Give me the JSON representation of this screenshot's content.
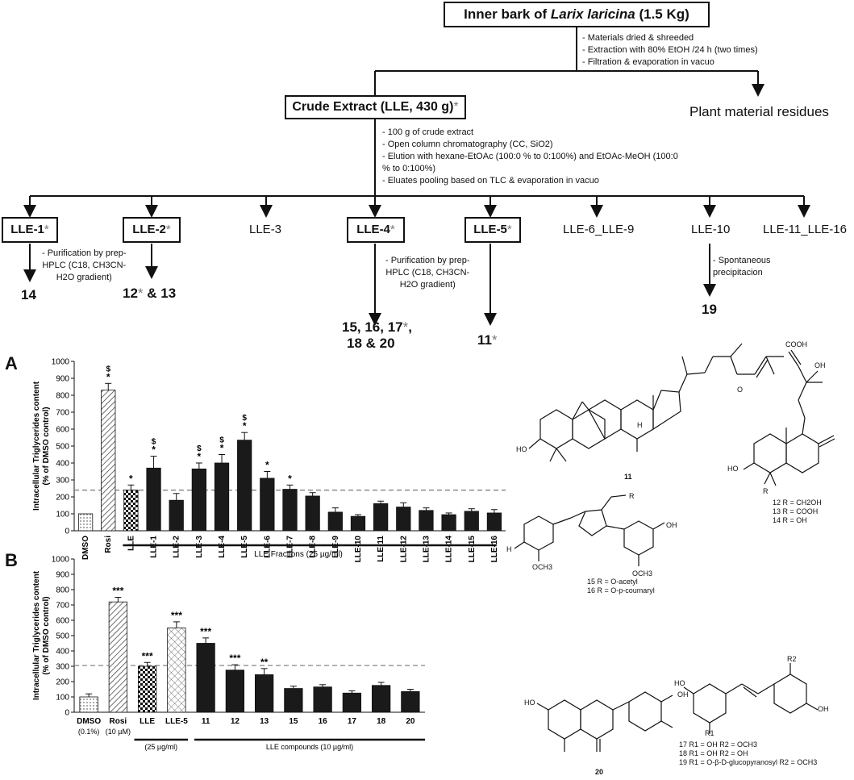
{
  "flowchart": {
    "top_box": {
      "text_pre": "Inner bark of ",
      "text_italic": "Larix laricina",
      "text_post": " (1.5 Kg)"
    },
    "top_notes": [
      "- Materials dried & shreeded",
      "- Extraction with 80% EtOH /24 h (two times)",
      "- Filtration & evaporation in vacuo"
    ],
    "crude_box": "Crude Extract (LLE, 430 g)",
    "residues": "Plant material residues",
    "crude_notes": [
      "- 100 g of crude extract",
      "- Open column chromatography (CC, SiO2)",
      "- Elution with hexane-EtOAc (100:0 % to 0:100%) and EtOAc-MeOH (100:0",
      "  % to 0:100%)",
      "- Eluates pooling based on TLC & evaporation in vacuo"
    ],
    "fractions": {
      "lle1": "LLE-1",
      "lle2": "LLE-2",
      "lle3": "LLE-3",
      "lle4": "LLE-4",
      "lle5": "LLE-5",
      "lle6_9": "LLE-6_LLE-9",
      "lle10": "LLE-10",
      "lle11_16": "LLE-11_LLE-16"
    },
    "hplc_note_1": [
      "- Purification by prep-",
      "HPLC (C18, CH3CN-",
      "H2O gradient)"
    ],
    "hplc_note_2": [
      "- Purification by prep-",
      "HPLC (C18, CH3CN-",
      "H2O gradient)"
    ],
    "precip_note": [
      "- Spontaneous",
      "precipitacion"
    ],
    "compounds": {
      "c14": "14",
      "c12_13_a": "12",
      "c12_13_b": " & 13",
      "c15_line1_a": "15, 16, 17",
      "c15_line1_b": ",",
      "c15_line2": "18 & 20",
      "c11": "11",
      "c19": "19"
    },
    "star": "*"
  },
  "panel_labels": {
    "a": "A",
    "b": "B"
  },
  "chart_data": [
    {
      "type": "bar",
      "panel": "A",
      "ylabel": "Intracellular Triglycerides content (% of DMSO control)",
      "ylim": [
        0,
        1000
      ],
      "yticks": [
        0,
        100,
        200,
        300,
        400,
        500,
        600,
        700,
        800,
        900,
        1000
      ],
      "categories": [
        "DMSO",
        "Rosi",
        "LLE",
        "LLE-1",
        "LLE-2",
        "LLE-3",
        "LLE-4",
        "LLE-5",
        "LLE-6",
        "LLE-7",
        "LLE-8",
        "LLE-9",
        "LLE-10",
        "LLE-11",
        "LLE-12",
        "LLE-13",
        "LLE-14",
        "LLE-15",
        "LLE-16"
      ],
      "values": [
        100,
        830,
        240,
        370,
        180,
        365,
        400,
        535,
        310,
        245,
        205,
        110,
        85,
        160,
        140,
        120,
        95,
        115,
        105
      ],
      "errors": [
        0,
        40,
        30,
        70,
        40,
        35,
        50,
        45,
        40,
        25,
        20,
        25,
        10,
        15,
        25,
        15,
        10,
        15,
        20
      ],
      "annotations": [
        "",
        "*\n$",
        "*",
        "*\n$",
        "",
        "*\n$",
        "*\n$",
        "*\n$",
        "*",
        "*",
        "",
        "",
        "",
        "",
        "",
        "",
        "",
        "",
        ""
      ],
      "fills": [
        "dots",
        "hatch",
        "check",
        "solid",
        "solid",
        "solid",
        "solid",
        "solid",
        "solid",
        "solid",
        "solid",
        "solid",
        "solid",
        "solid",
        "solid",
        "solid",
        "solid",
        "solid",
        "solid"
      ],
      "reference_line": 240,
      "group_label": "LLE Fractions (25 µg/ml)"
    },
    {
      "type": "bar",
      "panel": "B",
      "ylabel": "Intracellular Triglycerides content (% of DMSO control)",
      "ylim": [
        0,
        1000
      ],
      "yticks": [
        0,
        100,
        200,
        300,
        400,
        500,
        600,
        700,
        800,
        900,
        1000
      ],
      "categories": [
        "DMSO",
        "Rosi",
        "LLE",
        "LLE-5",
        "11",
        "12",
        "13",
        "15",
        "16",
        "17",
        "18",
        "20"
      ],
      "sublabels": [
        "(0.1%)",
        "(10 µM)",
        "",
        "",
        "",
        "",
        "",
        "",
        "",
        "",
        "",
        ""
      ],
      "values": [
        100,
        720,
        300,
        550,
        450,
        275,
        245,
        155,
        165,
        125,
        175,
        135
      ],
      "errors": [
        20,
        30,
        25,
        40,
        35,
        35,
        40,
        15,
        15,
        15,
        20,
        15
      ],
      "annotations": [
        "",
        "***",
        "***",
        "***",
        "***",
        "***",
        "**",
        "",
        "",
        "",
        "",
        ""
      ],
      "fills": [
        "dots",
        "hatch",
        "check",
        "dotcheck",
        "solid",
        "solid",
        "solid",
        "solid",
        "solid",
        "solid",
        "solid",
        "solid"
      ],
      "reference_line": 305,
      "group_labels": [
        "(25 µg/ml)",
        "LLE compounds (10 µg/ml)"
      ]
    }
  ],
  "structures": {
    "s11": "11",
    "s12_14": [
      "12 R = CH2OH",
      "13 R = COOH",
      "14 R = OH"
    ],
    "s15_16": [
      "15 R = O-acetyl",
      "16 R = O-p-coumaryl"
    ],
    "s17_19": [
      "17 R1 = OH        R2 = OCH3",
      "18 R1 = OH        R2 = OH",
      "19 R1 = O-β-D-glucopyranosyl  R2 = OCH3"
    ],
    "s20": "20",
    "atoms": {
      "cooh": "COOH",
      "ho": "HO",
      "oh": "OH",
      "o": "O",
      "r": "R",
      "h": "H",
      "och3": "OCH3",
      "r1": "R1",
      "r2": "R2"
    }
  }
}
